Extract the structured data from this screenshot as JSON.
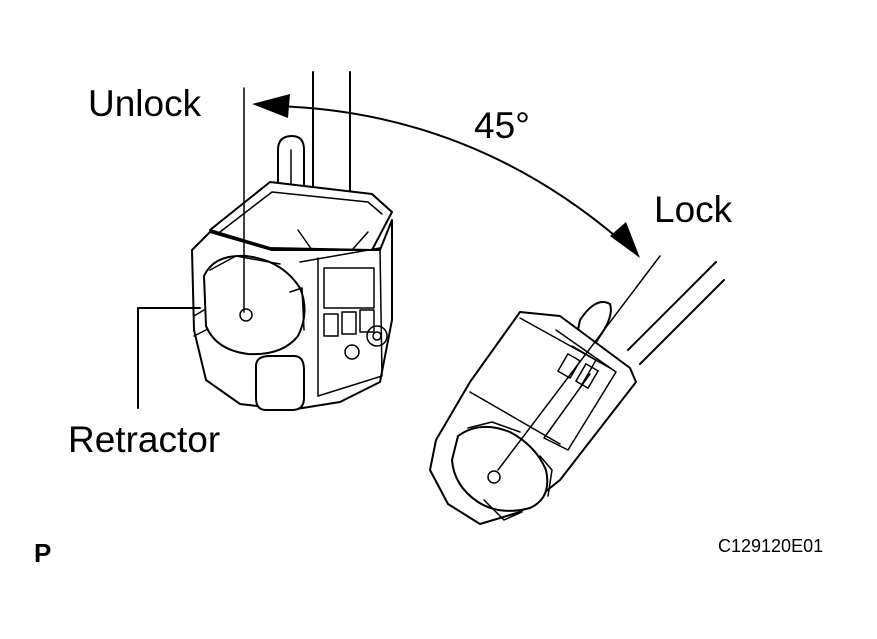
{
  "labels": {
    "unlock": "Unlock",
    "lock": "Lock",
    "angle": "45°",
    "retractor": "Retractor",
    "view_mark": "P",
    "figure_code": "C129120E01"
  }
}
